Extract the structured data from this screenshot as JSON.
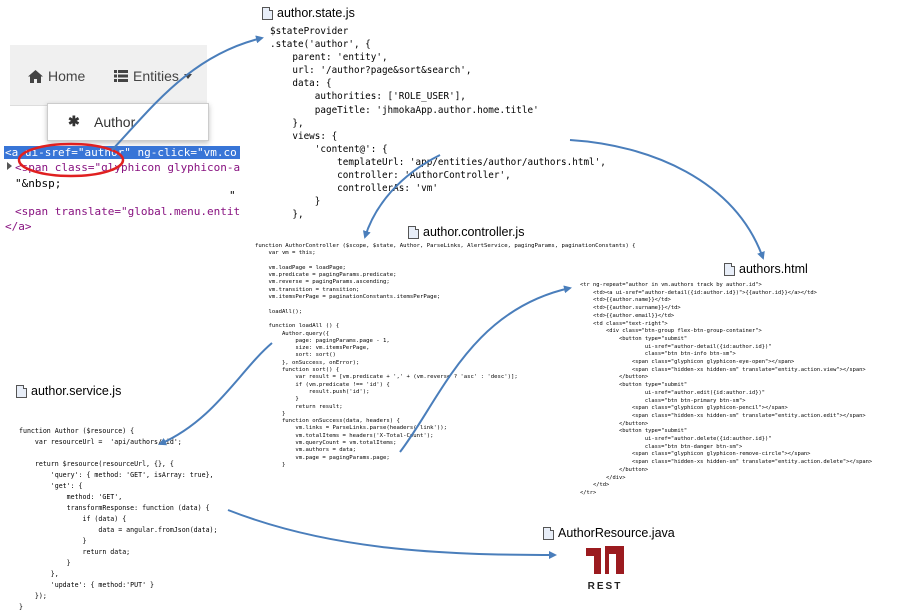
{
  "nav": {
    "home_label": "Home",
    "entities_label": "Entities",
    "dropdown_item_label": "Author"
  },
  "html_snippet": {
    "line1": "<a ui-sref=\"author\" ng-click=\"vm.co",
    "line2": "<span class=\"glyphicon glyphicon-a",
    "line3": "\"&nbsp;",
    "line3b": "\"",
    "line4": "<span translate=\"global.menu.entit",
    "line5": "</a>"
  },
  "files": {
    "state": "author.state.js",
    "controller": "author.controller.js",
    "html": "authors.html",
    "service": "author.service.js",
    "resource": "AuthorResource.java"
  },
  "state_code": [
    "$stateProvider",
    ".state('author', {",
    "    parent: 'entity',",
    "    url: '/author?page&sort&search',",
    "    data: {",
    "        authorities: ['ROLE_USER'],",
    "        pageTitle: 'jhmokaApp.author.home.title'",
    "    },",
    "    views: {",
    "        'content@': {",
    "            templateUrl: 'app/entities/author/authors.html',",
    "            controller: 'AuthorController',",
    "            controllerAs: 'vm'",
    "        }",
    "    },"
  ],
  "controller_code": [
    "function AuthorController ($scope, $state, Author, ParseLinks, AlertService, pagingParams, paginationConstants) {",
    "    var vm = this;",
    "",
    "    vm.loadPage = loadPage;",
    "    vm.predicate = pagingParams.predicate;",
    "    vm.reverse = pagingParams.ascending;",
    "    vm.transition = transition;",
    "    vm.itemsPerPage = paginationConstants.itemsPerPage;",
    "",
    "    loadAll();",
    "",
    "    function loadAll () {",
    "        Author.query({",
    "            page: pagingParams.page - 1,",
    "            size: vm.itemsPerPage,",
    "            sort: sort()",
    "        }, onSuccess, onError);",
    "        function sort() {",
    "            var result = [vm.predicate + ',' + (vm.reverse ? 'asc' : 'desc')];",
    "            if (vm.predicate !== 'id') {",
    "                result.push('id');",
    "            }",
    "            return result;",
    "        }",
    "        function onSuccess(data, headers) {",
    "            vm.links = ParseLinks.parse(headers('link'));",
    "            vm.totalItems = headers('X-Total-Count');",
    "            vm.queryCount = vm.totalItems;",
    "            vm.authors = data;",
    "            vm.page = pagingParams.page;",
    "        }"
  ],
  "html_code": [
    "<tr ng-repeat=\"author in vm.authors track by author.id\">",
    "    <td><a ui-sref=\"author-detail({id:author.id})\">{{author.id}}</a></td>",
    "    <td>{{author.name}}</td>",
    "    <td>{{author.surname}}</td>",
    "    <td>{{author.email}}</td>",
    "    <td class=\"text-right\">",
    "        <div class=\"btn-group flex-btn-group-container\">",
    "            <button type=\"submit\"",
    "                    ui-sref=\"author-detail({id:author.id})\"",
    "                    class=\"btn btn-info btn-sm\">",
    "                <span class=\"glyphicon glyphicon-eye-open\"></span>",
    "                <span class=\"hidden-xs hidden-sm\" translate=\"entity.action.view\"></span>",
    "            </button>",
    "            <button type=\"submit\"",
    "                    ui-sref=\"author.edit({id:author.id})\"",
    "                    class=\"btn btn-primary btn-sm\">",
    "                <span class=\"glyphicon glyphicon-pencil\"></span>",
    "                <span class=\"hidden-xs hidden-sm\" translate=\"entity.action.edit\"></span>",
    "            </button>",
    "            <button type=\"submit\"",
    "                    ui-sref=\"author.delete({id:author.id})\"",
    "                    class=\"btn btn-danger btn-sm\">",
    "                <span class=\"glyphicon glyphicon-remove-circle\"></span>",
    "                <span class=\"hidden-xs hidden-sm\" translate=\"entity.action.delete\"></span>",
    "            </button>",
    "        </div>",
    "    </td>",
    "</tr>"
  ],
  "service_code": [
    "function Author ($resource) {",
    "    var resourceUrl =  'api/authors/:id';",
    "",
    "    return $resource(resourceUrl, {}, {",
    "        'query': { method: 'GET', isArray: true},",
    "        'get': {",
    "            method: 'GET',",
    "            transformResponse: function (data) {",
    "                if (data) {",
    "                    data = angular.fromJson(data);",
    "                }",
    "                return data;",
    "            }",
    "        },",
    "        'update': { method:'PUT' }",
    "    });",
    "}"
  ],
  "rest_logo_text": "REST",
  "colors": {
    "arrow": "#4a7ebb",
    "highlight": "#3875d7",
    "circle": "#e02020",
    "rest": "#9b1b1f"
  }
}
